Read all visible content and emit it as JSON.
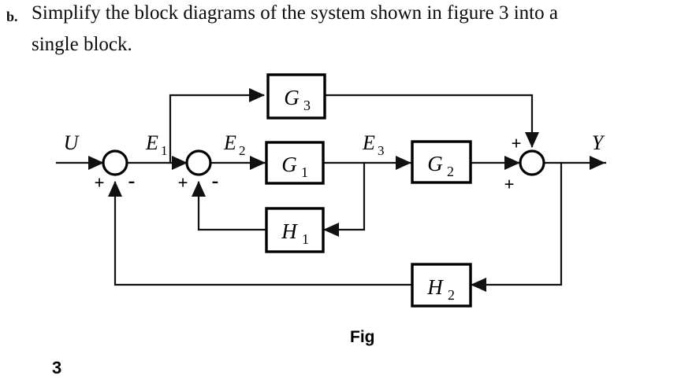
{
  "question": {
    "marker": "b.",
    "line1": "Simplify the block diagrams of the system shown in figure 3 into a",
    "line2": "single block."
  },
  "diagram": {
    "caption": "Fig",
    "page_number": "3",
    "blocks": [
      {
        "id": "G3",
        "base": "G",
        "sub": "3"
      },
      {
        "id": "G1",
        "base": "G",
        "sub": "1"
      },
      {
        "id": "G2",
        "base": "G",
        "sub": "2"
      },
      {
        "id": "H1",
        "base": "H",
        "sub": "1"
      },
      {
        "id": "H2",
        "base": "H",
        "sub": "2"
      }
    ],
    "signals": [
      {
        "id": "U",
        "base": "U",
        "sub": ""
      },
      {
        "id": "E1",
        "base": "E",
        "sub": "1"
      },
      {
        "id": "E2",
        "base": "E",
        "sub": "2"
      },
      {
        "id": "E3",
        "base": "E",
        "sub": "3"
      },
      {
        "id": "Y",
        "base": "Y",
        "sub": ""
      }
    ],
    "summing_junctions": [
      {
        "id": "sum1",
        "left_sign": "+",
        "right_sign": "-"
      },
      {
        "id": "sum2",
        "left_sign": "+",
        "right_sign": "-"
      },
      {
        "id": "sum3",
        "top_sign": "+",
        "bottom_sign": "+"
      }
    ],
    "colors": {
      "line": "#111111",
      "block_border": "#000000",
      "background": "#ffffff",
      "text": "#000000"
    }
  }
}
